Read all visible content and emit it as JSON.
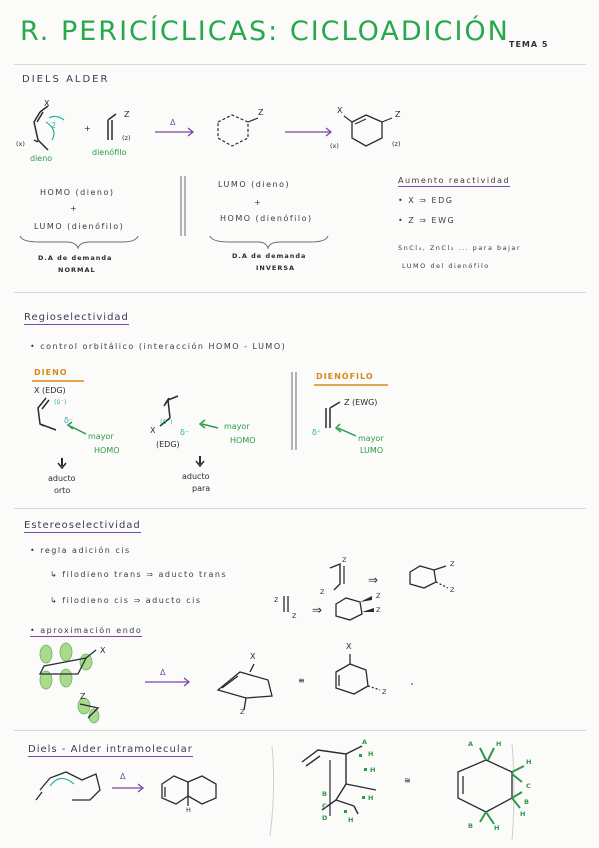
{
  "header": {
    "title": "R. PERICÍCLICAS: CICLOADICIÓN",
    "tema": "TEMA 5"
  },
  "diels_alder": {
    "heading": "DIELS ALDER",
    "scheme": {
      "x_label": "X",
      "paren_x": "(x)",
      "z_label": "Z",
      "paren_z": "(z)",
      "plus": "+",
      "delta": "Δ",
      "dieno": "dieno",
      "dienofilo": "dienófilo"
    },
    "normal": {
      "line1": "HOMO (dieno)",
      "plus": "+",
      "line2": "LUMO (dienófilo)",
      "name": "D.A de demanda",
      "type": "NORMAL"
    },
    "inversa": {
      "line1": "LUMO (dieno)",
      "plus": "+",
      "line2": "HOMO (dienófilo)",
      "name": "D.A de demanda",
      "type": "INVERSA"
    },
    "reactividad": {
      "title": "Aumento reactividad",
      "item1": "• X ⇒ EDG",
      "item2": "• Z ⇒ EWG",
      "note1": "SnCl₄, ZnCl₂ ... para bajar",
      "note2": "LUMO del dienófilo"
    }
  },
  "regio": {
    "heading": "Regioselectividad",
    "control": "• control orbitálico (interacción HOMO - LUMO)",
    "dieno_label": "DIENO",
    "dienofilo_label": "DIENÓFILO",
    "edg1": "X (EDG)",
    "edg2": "(EDG)",
    "ewg": "Z (EWG)",
    "mayor_homo1": "mayor",
    "mayor_homo2": "HOMO",
    "mayor_homo3": "mayor",
    "mayor_homo4": "HOMO",
    "mayor_lumo1": "mayor",
    "mayor_lumo2": "LUMO",
    "aducto_orto1": "aducto",
    "aducto_orto2": "orto",
    "aducto_para1": "aducto",
    "aducto_para2": "para",
    "delta_minus": "δ⁻",
    "delta_plus": "δ⁺",
    "delta_small": "(δ⁻)",
    "x": "X",
    "z": "Z"
  },
  "estereo": {
    "heading": "Estereoselectividad",
    "regla": "• regla adición cis",
    "trans": "↳ filodieno trans ⇒ aducto trans",
    "cis": "↳ filodieno cis ⇒ aducto cis",
    "endo": "• aproximación endo",
    "x": "X",
    "z": "Z",
    "delta": "Δ",
    "equals": "≡"
  },
  "intra": {
    "heading": "Diels - Alder intramolecular",
    "delta": "Δ",
    "h": "H"
  },
  "decalina": {
    "a": "A",
    "b": "B",
    "c": "C",
    "d": "D",
    "h": "H",
    "equals": "≅"
  }
}
